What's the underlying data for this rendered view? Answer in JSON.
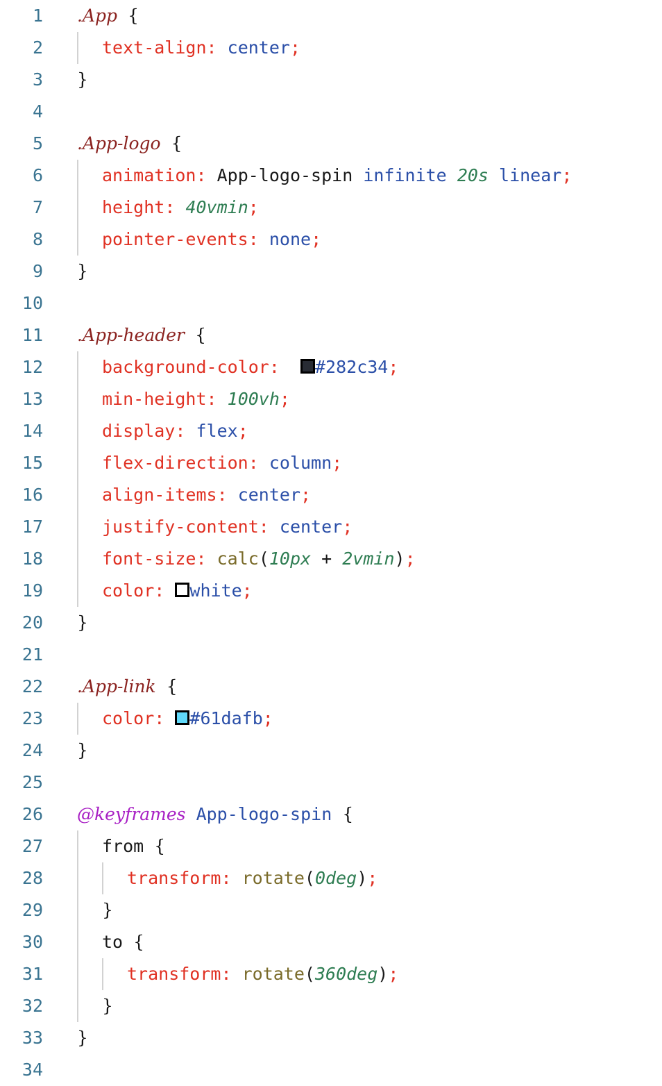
{
  "editor": {
    "language": "css",
    "total_lines_shown": 34,
    "background_color": "#ffffff",
    "gutter_color": "#3a7491",
    "indent_guide_color": "#d2d2d2",
    "theme_colors": {
      "selector": "#8b2320",
      "at_rule": "#a81fc4",
      "property": "#e03123",
      "value_keyword": "#2b4fa8",
      "number_unit": "#2e7d52",
      "function": "#7a6b2a",
      "plain": "#1a1a1a",
      "brace": "#111111"
    },
    "line_numbers": [
      1,
      2,
      3,
      4,
      5,
      6,
      7,
      8,
      9,
      10,
      11,
      12,
      13,
      14,
      15,
      16,
      17,
      18,
      19,
      20,
      21,
      22,
      23,
      24,
      25,
      26,
      27,
      28,
      29,
      30,
      31,
      32,
      33,
      34
    ],
    "lines": [
      {
        "n": 1,
        "indent": 0,
        "guides": 0,
        "tokens": [
          {
            "t": "sel",
            "v": ".App"
          },
          {
            "t": "plain",
            "v": " "
          },
          {
            "t": "brace",
            "v": "{"
          }
        ]
      },
      {
        "n": 2,
        "indent": 1,
        "guides": 1,
        "tokens": [
          {
            "t": "prop",
            "v": "text-align"
          },
          {
            "t": "punct",
            "v": ":"
          },
          {
            "t": "plain",
            "v": " "
          },
          {
            "t": "value",
            "v": "center"
          },
          {
            "t": "punct",
            "v": ";"
          }
        ]
      },
      {
        "n": 3,
        "indent": 0,
        "guides": 0,
        "tokens": [
          {
            "t": "brace",
            "v": "}"
          }
        ]
      },
      {
        "n": 4,
        "indent": 0,
        "guides": 0,
        "tokens": []
      },
      {
        "n": 5,
        "indent": 0,
        "guides": 0,
        "tokens": [
          {
            "t": "sel",
            "v": ".App-logo"
          },
          {
            "t": "plain",
            "v": " "
          },
          {
            "t": "brace",
            "v": "{"
          }
        ]
      },
      {
        "n": 6,
        "indent": 1,
        "guides": 1,
        "tokens": [
          {
            "t": "prop",
            "v": "animation"
          },
          {
            "t": "punct",
            "v": ":"
          },
          {
            "t": "plain",
            "v": " "
          },
          {
            "t": "plain",
            "v": "App-logo-spin"
          },
          {
            "t": "plain",
            "v": " "
          },
          {
            "t": "value",
            "v": "infinite"
          },
          {
            "t": "plain",
            "v": " "
          },
          {
            "t": "num",
            "v": "20s"
          },
          {
            "t": "plain",
            "v": " "
          },
          {
            "t": "value",
            "v": "linear"
          },
          {
            "t": "punct",
            "v": ";"
          }
        ]
      },
      {
        "n": 7,
        "indent": 1,
        "guides": 1,
        "tokens": [
          {
            "t": "prop",
            "v": "height"
          },
          {
            "t": "punct",
            "v": ":"
          },
          {
            "t": "plain",
            "v": " "
          },
          {
            "t": "num",
            "v": "40vmin"
          },
          {
            "t": "punct",
            "v": ";"
          }
        ]
      },
      {
        "n": 8,
        "indent": 1,
        "guides": 1,
        "tokens": [
          {
            "t": "prop",
            "v": "pointer-events"
          },
          {
            "t": "punct",
            "v": ":"
          },
          {
            "t": "plain",
            "v": " "
          },
          {
            "t": "value",
            "v": "none"
          },
          {
            "t": "punct",
            "v": ";"
          }
        ]
      },
      {
        "n": 9,
        "indent": 0,
        "guides": 0,
        "tokens": [
          {
            "t": "brace",
            "v": "}"
          }
        ]
      },
      {
        "n": 10,
        "indent": 0,
        "guides": 0,
        "tokens": []
      },
      {
        "n": 11,
        "indent": 0,
        "guides": 0,
        "tokens": [
          {
            "t": "sel",
            "v": ".App-header"
          },
          {
            "t": "plain",
            "v": " "
          },
          {
            "t": "brace",
            "v": "{"
          }
        ]
      },
      {
        "n": 12,
        "indent": 1,
        "guides": 1,
        "tokens": [
          {
            "t": "prop",
            "v": "background-color"
          },
          {
            "t": "punct",
            "v": ":"
          },
          {
            "t": "plain",
            "v": "  "
          },
          {
            "t": "swatch",
            "v": "#282c34"
          },
          {
            "t": "value",
            "v": "#282c34"
          },
          {
            "t": "punct",
            "v": ";"
          }
        ]
      },
      {
        "n": 13,
        "indent": 1,
        "guides": 1,
        "tokens": [
          {
            "t": "prop",
            "v": "min-height"
          },
          {
            "t": "punct",
            "v": ":"
          },
          {
            "t": "plain",
            "v": " "
          },
          {
            "t": "num",
            "v": "100vh"
          },
          {
            "t": "punct",
            "v": ";"
          }
        ]
      },
      {
        "n": 14,
        "indent": 1,
        "guides": 1,
        "tokens": [
          {
            "t": "prop",
            "v": "display"
          },
          {
            "t": "punct",
            "v": ":"
          },
          {
            "t": "plain",
            "v": " "
          },
          {
            "t": "value",
            "v": "flex"
          },
          {
            "t": "punct",
            "v": ";"
          }
        ]
      },
      {
        "n": 15,
        "indent": 1,
        "guides": 1,
        "tokens": [
          {
            "t": "prop",
            "v": "flex-direction"
          },
          {
            "t": "punct",
            "v": ":"
          },
          {
            "t": "plain",
            "v": " "
          },
          {
            "t": "value",
            "v": "column"
          },
          {
            "t": "punct",
            "v": ";"
          }
        ]
      },
      {
        "n": 16,
        "indent": 1,
        "guides": 1,
        "tokens": [
          {
            "t": "prop",
            "v": "align-items"
          },
          {
            "t": "punct",
            "v": ":"
          },
          {
            "t": "plain",
            "v": " "
          },
          {
            "t": "value",
            "v": "center"
          },
          {
            "t": "punct",
            "v": ";"
          }
        ]
      },
      {
        "n": 17,
        "indent": 1,
        "guides": 1,
        "tokens": [
          {
            "t": "prop",
            "v": "justify-content"
          },
          {
            "t": "punct",
            "v": ":"
          },
          {
            "t": "plain",
            "v": " "
          },
          {
            "t": "value",
            "v": "center"
          },
          {
            "t": "punct",
            "v": ";"
          }
        ]
      },
      {
        "n": 18,
        "indent": 1,
        "guides": 1,
        "tokens": [
          {
            "t": "prop",
            "v": "font-size"
          },
          {
            "t": "punct",
            "v": ":"
          },
          {
            "t": "plain",
            "v": " "
          },
          {
            "t": "func",
            "v": "calc"
          },
          {
            "t": "plain",
            "v": "("
          },
          {
            "t": "num",
            "v": "10px"
          },
          {
            "t": "plain",
            "v": " + "
          },
          {
            "t": "num",
            "v": "2vmin"
          },
          {
            "t": "plain",
            "v": ")"
          },
          {
            "t": "punct",
            "v": ";"
          }
        ]
      },
      {
        "n": 19,
        "indent": 1,
        "guides": 1,
        "tokens": [
          {
            "t": "prop",
            "v": "color"
          },
          {
            "t": "punct",
            "v": ":"
          },
          {
            "t": "plain",
            "v": " "
          },
          {
            "t": "swatch",
            "v": "#ffffff"
          },
          {
            "t": "value",
            "v": "white"
          },
          {
            "t": "punct",
            "v": ";"
          }
        ]
      },
      {
        "n": 20,
        "indent": 0,
        "guides": 0,
        "tokens": [
          {
            "t": "brace",
            "v": "}"
          }
        ]
      },
      {
        "n": 21,
        "indent": 0,
        "guides": 0,
        "tokens": []
      },
      {
        "n": 22,
        "indent": 0,
        "guides": 0,
        "tokens": [
          {
            "t": "sel",
            "v": ".App-link"
          },
          {
            "t": "plain",
            "v": " "
          },
          {
            "t": "brace",
            "v": "{"
          }
        ]
      },
      {
        "n": 23,
        "indent": 1,
        "guides": 1,
        "tokens": [
          {
            "t": "prop",
            "v": "color"
          },
          {
            "t": "punct",
            "v": ":"
          },
          {
            "t": "plain",
            "v": " "
          },
          {
            "t": "swatch",
            "v": "#61dafb"
          },
          {
            "t": "value",
            "v": "#61dafb"
          },
          {
            "t": "punct",
            "v": ";"
          }
        ]
      },
      {
        "n": 24,
        "indent": 0,
        "guides": 0,
        "tokens": [
          {
            "t": "brace",
            "v": "}"
          }
        ]
      },
      {
        "n": 25,
        "indent": 0,
        "guides": 0,
        "tokens": []
      },
      {
        "n": 26,
        "indent": 0,
        "guides": 0,
        "tokens": [
          {
            "t": "atrule",
            "v": "@keyframes"
          },
          {
            "t": "plain",
            "v": " "
          },
          {
            "t": "value",
            "v": "App-logo-spin"
          },
          {
            "t": "plain",
            "v": " "
          },
          {
            "t": "brace",
            "v": "{"
          }
        ]
      },
      {
        "n": 27,
        "indent": 1,
        "guides": 1,
        "tokens": [
          {
            "t": "kw",
            "v": "from"
          },
          {
            "t": "plain",
            "v": " "
          },
          {
            "t": "brace",
            "v": "{"
          }
        ]
      },
      {
        "n": 28,
        "indent": 2,
        "guides": 2,
        "tokens": [
          {
            "t": "prop",
            "v": "transform"
          },
          {
            "t": "punct",
            "v": ":"
          },
          {
            "t": "plain",
            "v": " "
          },
          {
            "t": "func",
            "v": "rotate"
          },
          {
            "t": "plain",
            "v": "("
          },
          {
            "t": "num",
            "v": "0deg"
          },
          {
            "t": "plain",
            "v": ")"
          },
          {
            "t": "punct",
            "v": ";"
          }
        ]
      },
      {
        "n": 29,
        "indent": 1,
        "guides": 1,
        "tokens": [
          {
            "t": "brace",
            "v": "}"
          }
        ]
      },
      {
        "n": 30,
        "indent": 1,
        "guides": 1,
        "tokens": [
          {
            "t": "kw",
            "v": "to"
          },
          {
            "t": "plain",
            "v": " "
          },
          {
            "t": "brace",
            "v": "{"
          }
        ]
      },
      {
        "n": 31,
        "indent": 2,
        "guides": 2,
        "tokens": [
          {
            "t": "prop",
            "v": "transform"
          },
          {
            "t": "punct",
            "v": ":"
          },
          {
            "t": "plain",
            "v": " "
          },
          {
            "t": "func",
            "v": "rotate"
          },
          {
            "t": "plain",
            "v": "("
          },
          {
            "t": "num",
            "v": "360deg"
          },
          {
            "t": "plain",
            "v": ")"
          },
          {
            "t": "punct",
            "v": ";"
          }
        ]
      },
      {
        "n": 32,
        "indent": 1,
        "guides": 1,
        "tokens": [
          {
            "t": "brace",
            "v": "}"
          }
        ]
      },
      {
        "n": 33,
        "indent": 0,
        "guides": 0,
        "tokens": [
          {
            "t": "brace",
            "v": "}"
          }
        ]
      },
      {
        "n": 34,
        "indent": 0,
        "guides": 0,
        "tokens": []
      }
    ]
  }
}
